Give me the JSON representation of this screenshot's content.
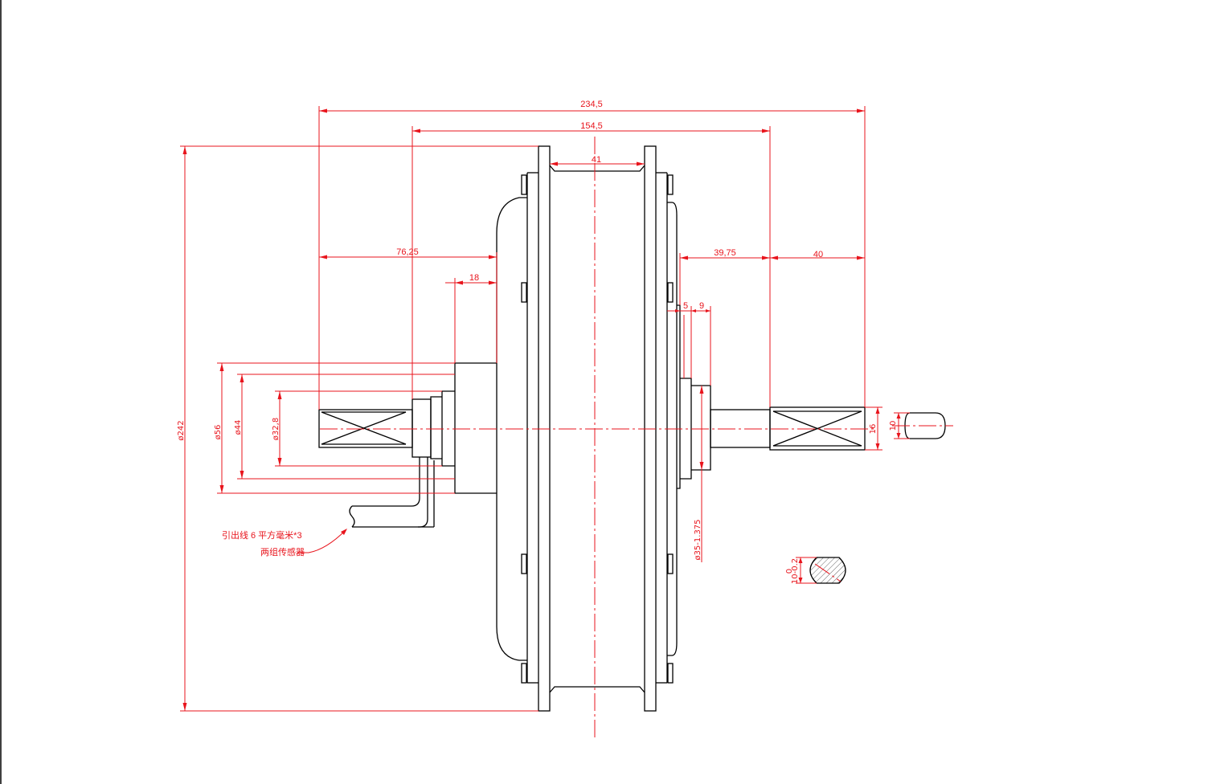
{
  "dimensions": {
    "overall_length": "234,5",
    "flange_span": "154,5",
    "center_width": "41",
    "left_offset": "76,25",
    "hub_neck": "18",
    "right_offset": "39,75",
    "right_axle": "40",
    "step_5": "5",
    "step_9": "9",
    "dia_242": "ø242",
    "dia_56": "ø56",
    "dia_44": "ø44",
    "dia_32_8": "ø32,8",
    "dia_35_thread": "ø35-1.375",
    "axle_16": "16",
    "axle_10": "10",
    "section_tolerance_upper": "0",
    "section_tolerance": "10-0.2"
  },
  "notes": {
    "lead_wire_prefix": "引出线",
    "lead_wire_spec": "6 平方毫米*3",
    "sensor": "两组传感器"
  },
  "colors": {
    "geometry": "#000000",
    "annotation": "#e8141c"
  }
}
